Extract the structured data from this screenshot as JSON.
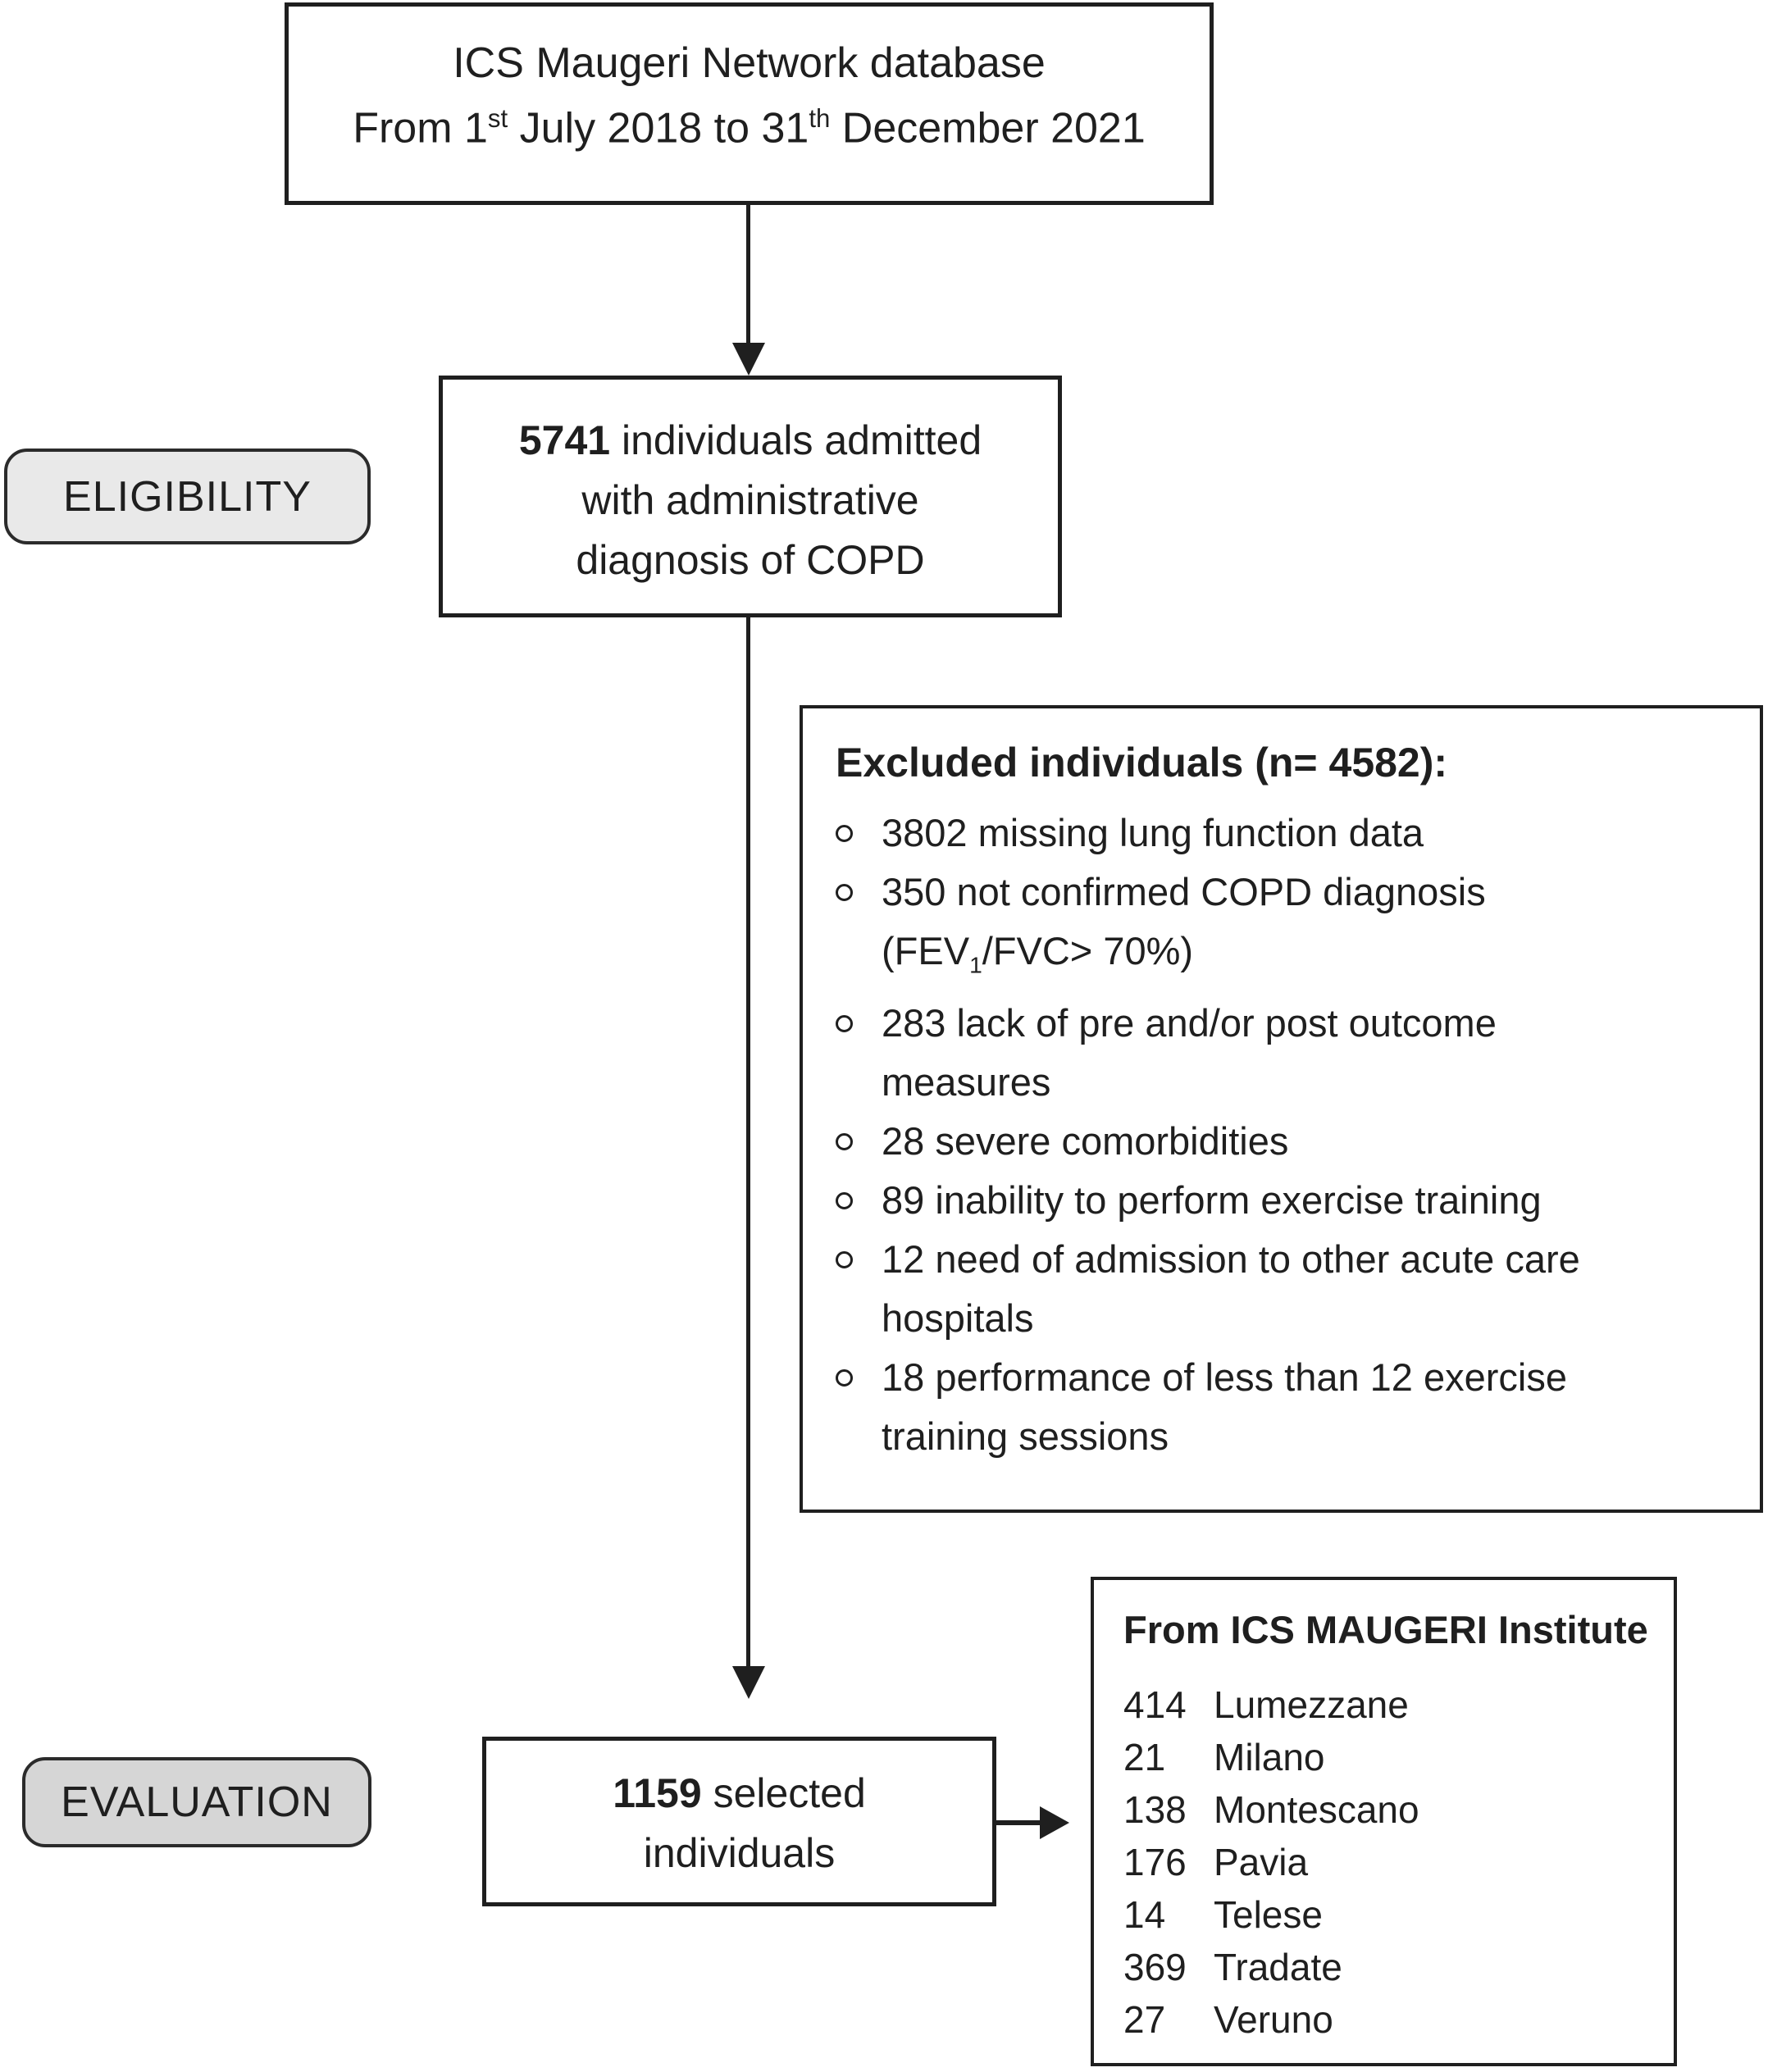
{
  "colors": {
    "ink": "#1f1f1f",
    "background": "#ffffff",
    "eligibility_fill": "#e9e9e9",
    "evaluation_fill": "#d6d6d6"
  },
  "stage_labels": {
    "eligibility": "ELIGIBILITY",
    "evaluation": "EVALUATION"
  },
  "top_box": {
    "lines": [
      [
        {
          "t": "ICS Maugeri Network database"
        }
      ],
      [
        {
          "t": "From 1"
        },
        {
          "t": "st",
          "sup": true
        },
        {
          "t": " July 2018 to 31"
        },
        {
          "t": "th",
          "sup": true
        },
        {
          "t": " December 2021"
        }
      ]
    ]
  },
  "admitted_box": {
    "lines": [
      [
        {
          "t": "5741",
          "b": true
        },
        {
          "t": "  individuals admitted"
        }
      ],
      [
        {
          "t": "with administrative"
        }
      ],
      [
        {
          "t": "diagnosis of COPD"
        }
      ]
    ]
  },
  "excluded_box": {
    "title": "Excluded individuals (n= 4582):",
    "items": [
      {
        "lines": [
          [
            {
              "t": "3802 missing lung function data"
            }
          ]
        ]
      },
      {
        "lines": [
          [
            {
              "t": "350 not confirmed COPD diagnosis"
            }
          ],
          [
            {
              "t": "(FEV"
            },
            {
              "t": "1",
              "sub": true
            },
            {
              "t": "/FVC> 70%)"
            }
          ]
        ]
      },
      {
        "lines": [
          [
            {
              "t": "283 lack of pre and/or post outcome"
            }
          ],
          [
            {
              "t": "measures"
            }
          ]
        ]
      },
      {
        "lines": [
          [
            {
              "t": "28 severe comorbidities"
            }
          ]
        ]
      },
      {
        "lines": [
          [
            {
              "t": "89 inability to perform exercise training"
            }
          ]
        ]
      },
      {
        "lines": [
          [
            {
              "t": "12 need of admission to other acute care"
            }
          ],
          [
            {
              "t": "hospitals"
            }
          ]
        ]
      },
      {
        "lines": [
          [
            {
              "t": "18 performance of less than 12 exercise"
            }
          ],
          [
            {
              "t": "training sessions"
            }
          ]
        ]
      }
    ]
  },
  "selected_box": {
    "lines": [
      [
        {
          "t": "1159",
          "b": true
        },
        {
          "t": "  selected"
        }
      ],
      [
        {
          "t": "individuals"
        }
      ]
    ]
  },
  "institute_box": {
    "title": "From ICS MAUGERI Institute",
    "sites": [
      {
        "n": "414",
        "name": "Lumezzane"
      },
      {
        "n": "21",
        "name": "Milano"
      },
      {
        "n": "138",
        "name": "Montescano"
      },
      {
        "n": "176",
        "name": "Pavia"
      },
      {
        "n": "14",
        "name": "Telese"
      },
      {
        "n": "369",
        "name": "Tradate"
      },
      {
        "n": "27",
        "name": "Veruno"
      }
    ]
  }
}
